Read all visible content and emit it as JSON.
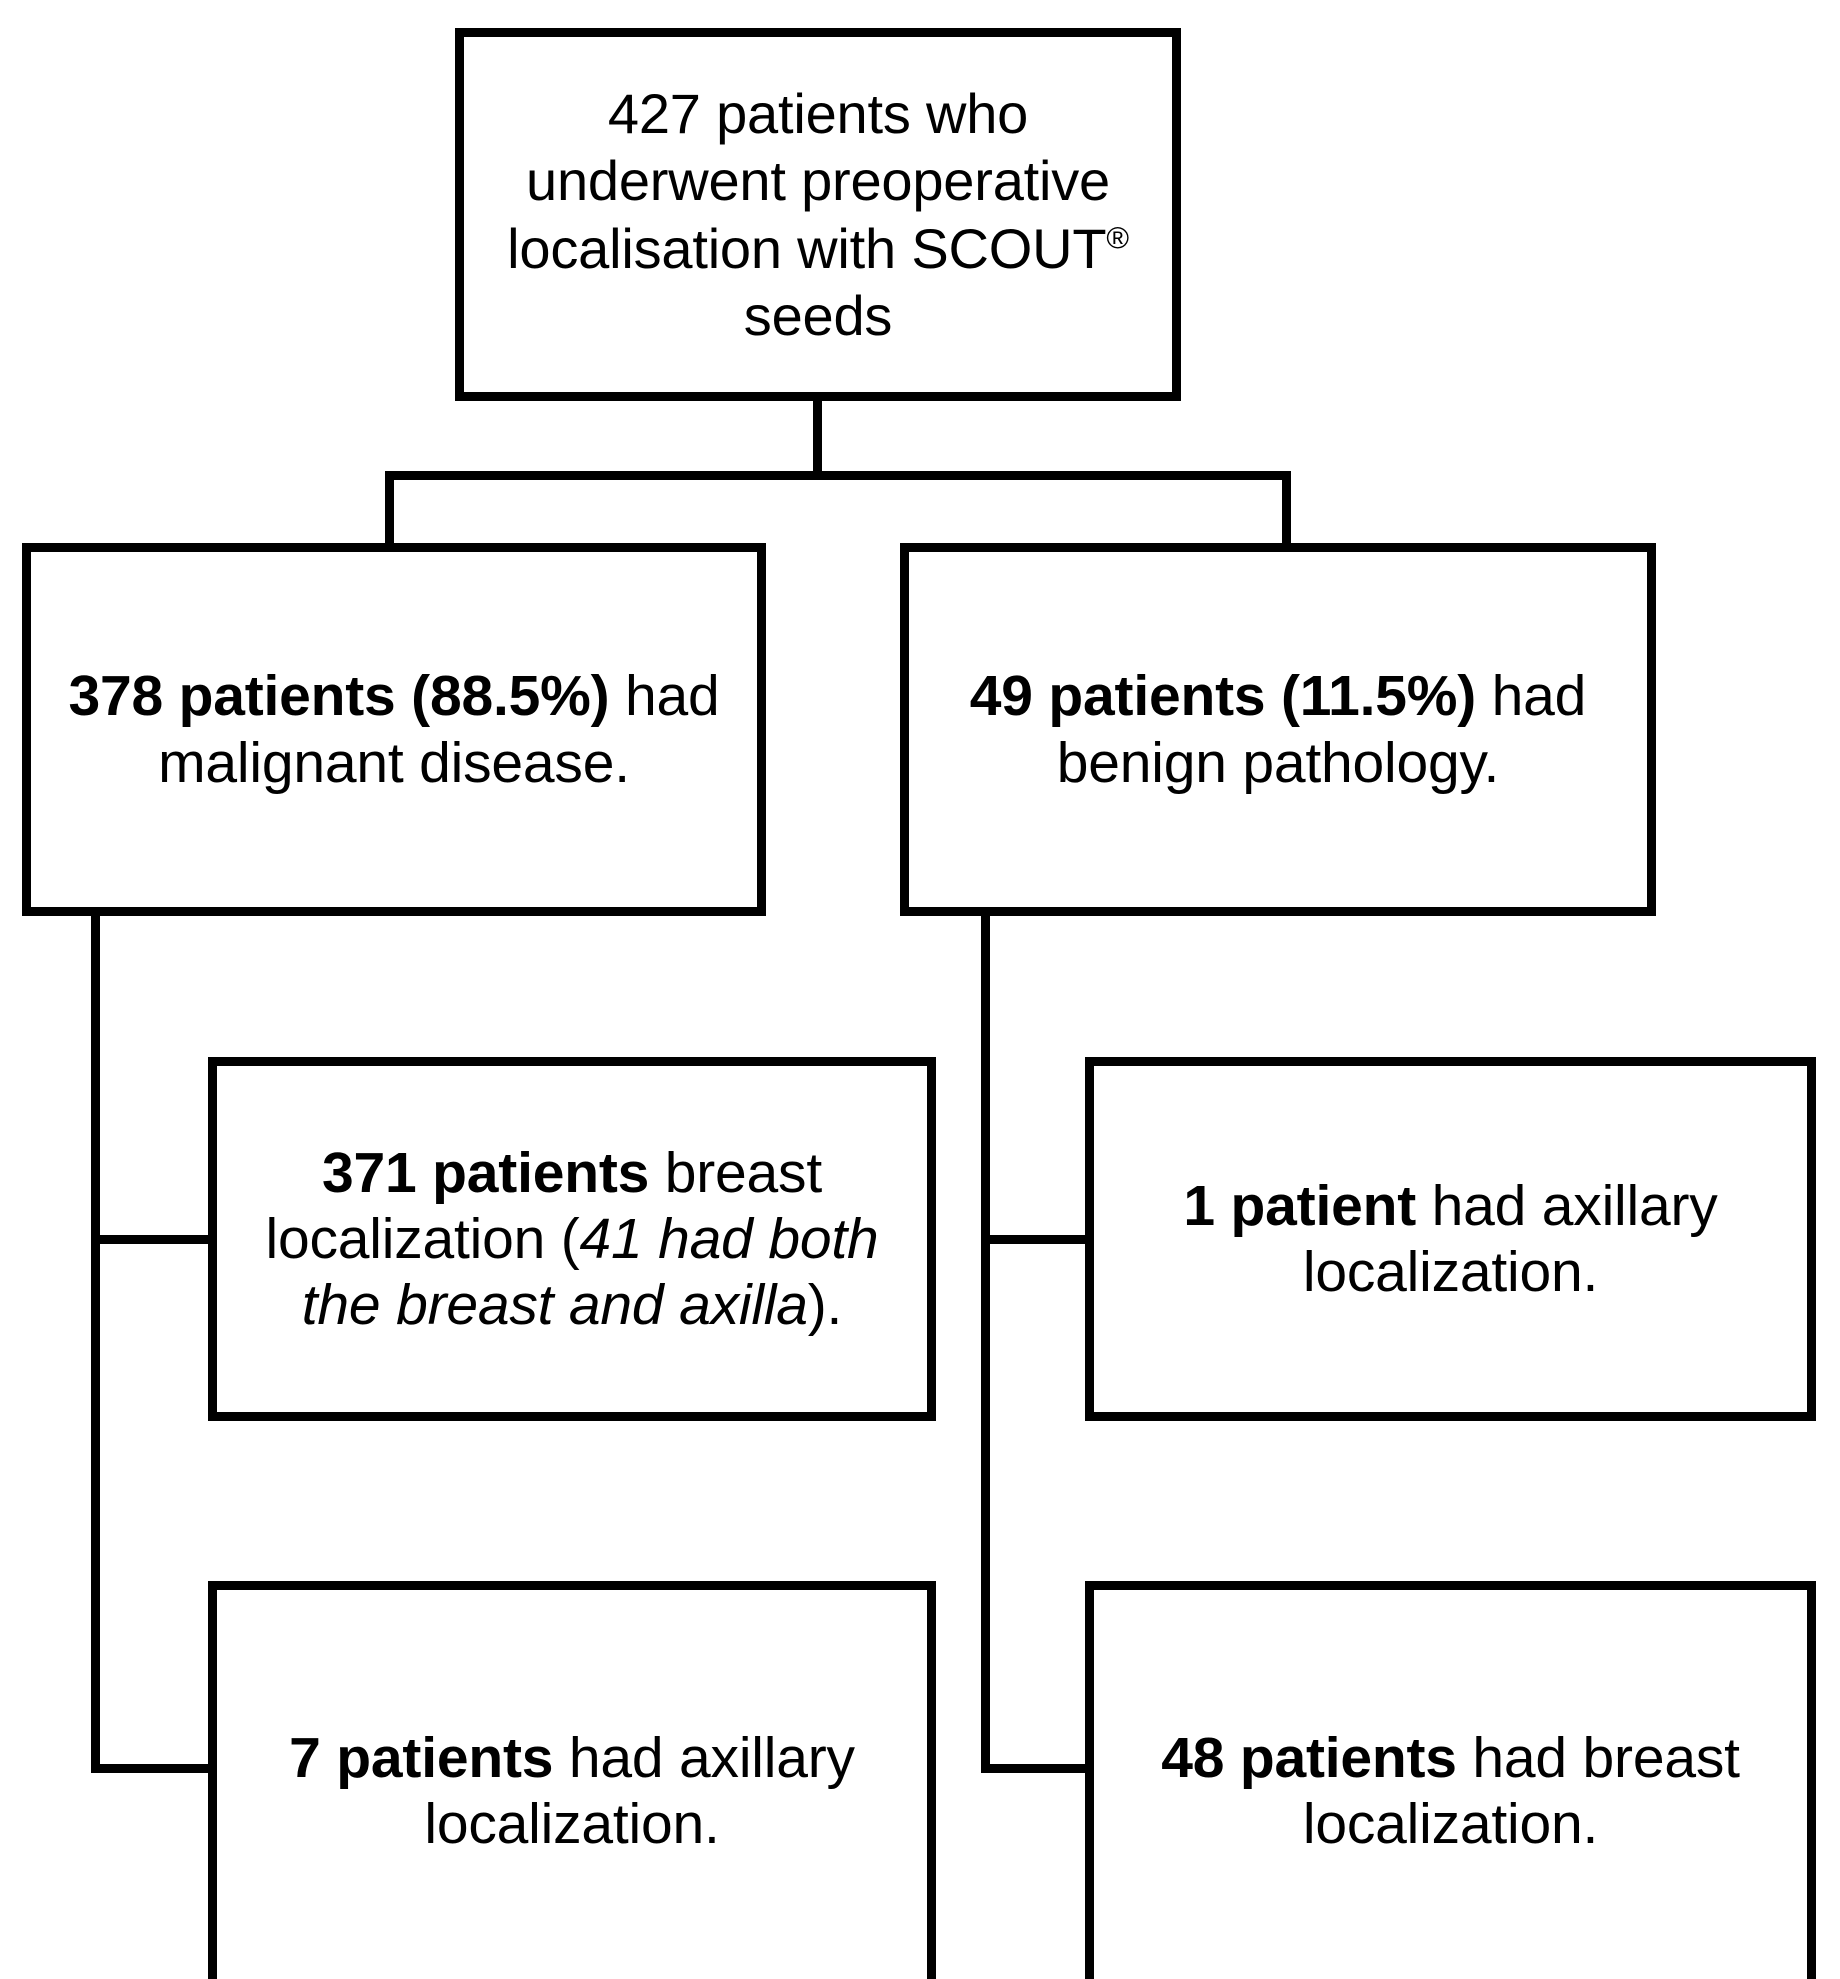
{
  "diagram": {
    "title": "Patient flow diagram for preoperative localisation with SCOUT seeds",
    "stroke_color": "#000000",
    "background_color": "#ffffff",
    "nodes": {
      "top": {
        "id": "node-top",
        "full_text": "427 patients who underwent preoperative localisation with SCOUT® seeds",
        "plain": "427 patients who underwent preoperative localisation with SCOUT",
        "registered_mark": "®",
        "suffix": " seeds",
        "count": 427
      },
      "malignant": {
        "id": "node-malignant",
        "bold": "378 patients (88.5%)",
        "normal": " had malignant disease.",
        "count": 378,
        "percent": "88.5%"
      },
      "benign": {
        "id": "node-benign",
        "bold": "49 patients (11.5%)",
        "normal": " had benign pathology.",
        "count": 49,
        "percent": "11.5%"
      },
      "breast_localization": {
        "id": "node-breast-loc",
        "bold": "371 patients",
        "normal_1": " breast localization (",
        "italic": "41 had both the breast and axilla",
        "normal_2": ").",
        "count": 371,
        "both_count": 41
      },
      "axillary_1": {
        "id": "node-ax-1",
        "bold": "1 patient",
        "normal": " had axillary localization.",
        "count": 1
      },
      "axillary_7": {
        "id": "node-ax-7",
        "bold": "7 patients",
        "normal": " had axillary localization.",
        "count": 7
      },
      "breast_48": {
        "id": "node-breast-48",
        "bold": "48 patients",
        "normal": " had breast localization.",
        "count": 48
      }
    }
  },
  "chart_data": {
    "type": "diagram",
    "title": "427 patients who underwent preoperative localisation with SCOUT® seeds",
    "root": {
      "label": "427 patients who underwent preoperative localisation with SCOUT® seeds",
      "value": 427
    },
    "branches": [
      {
        "label": "378 patients (88.5%) had malignant disease.",
        "value": 378,
        "percent": 88.5,
        "children": [
          {
            "label": "371 patients breast localization (41 had both the breast and axilla).",
            "value": 371
          },
          {
            "label": "7 patients had axillary localization.",
            "value": 7
          }
        ]
      },
      {
        "label": "49 patients (11.5%) had benign pathology.",
        "value": 49,
        "percent": 11.5,
        "children": [
          {
            "label": "1 patient had axillary localization.",
            "value": 1
          },
          {
            "label": "48 patients had breast localization.",
            "value": 48
          }
        ]
      }
    ]
  }
}
